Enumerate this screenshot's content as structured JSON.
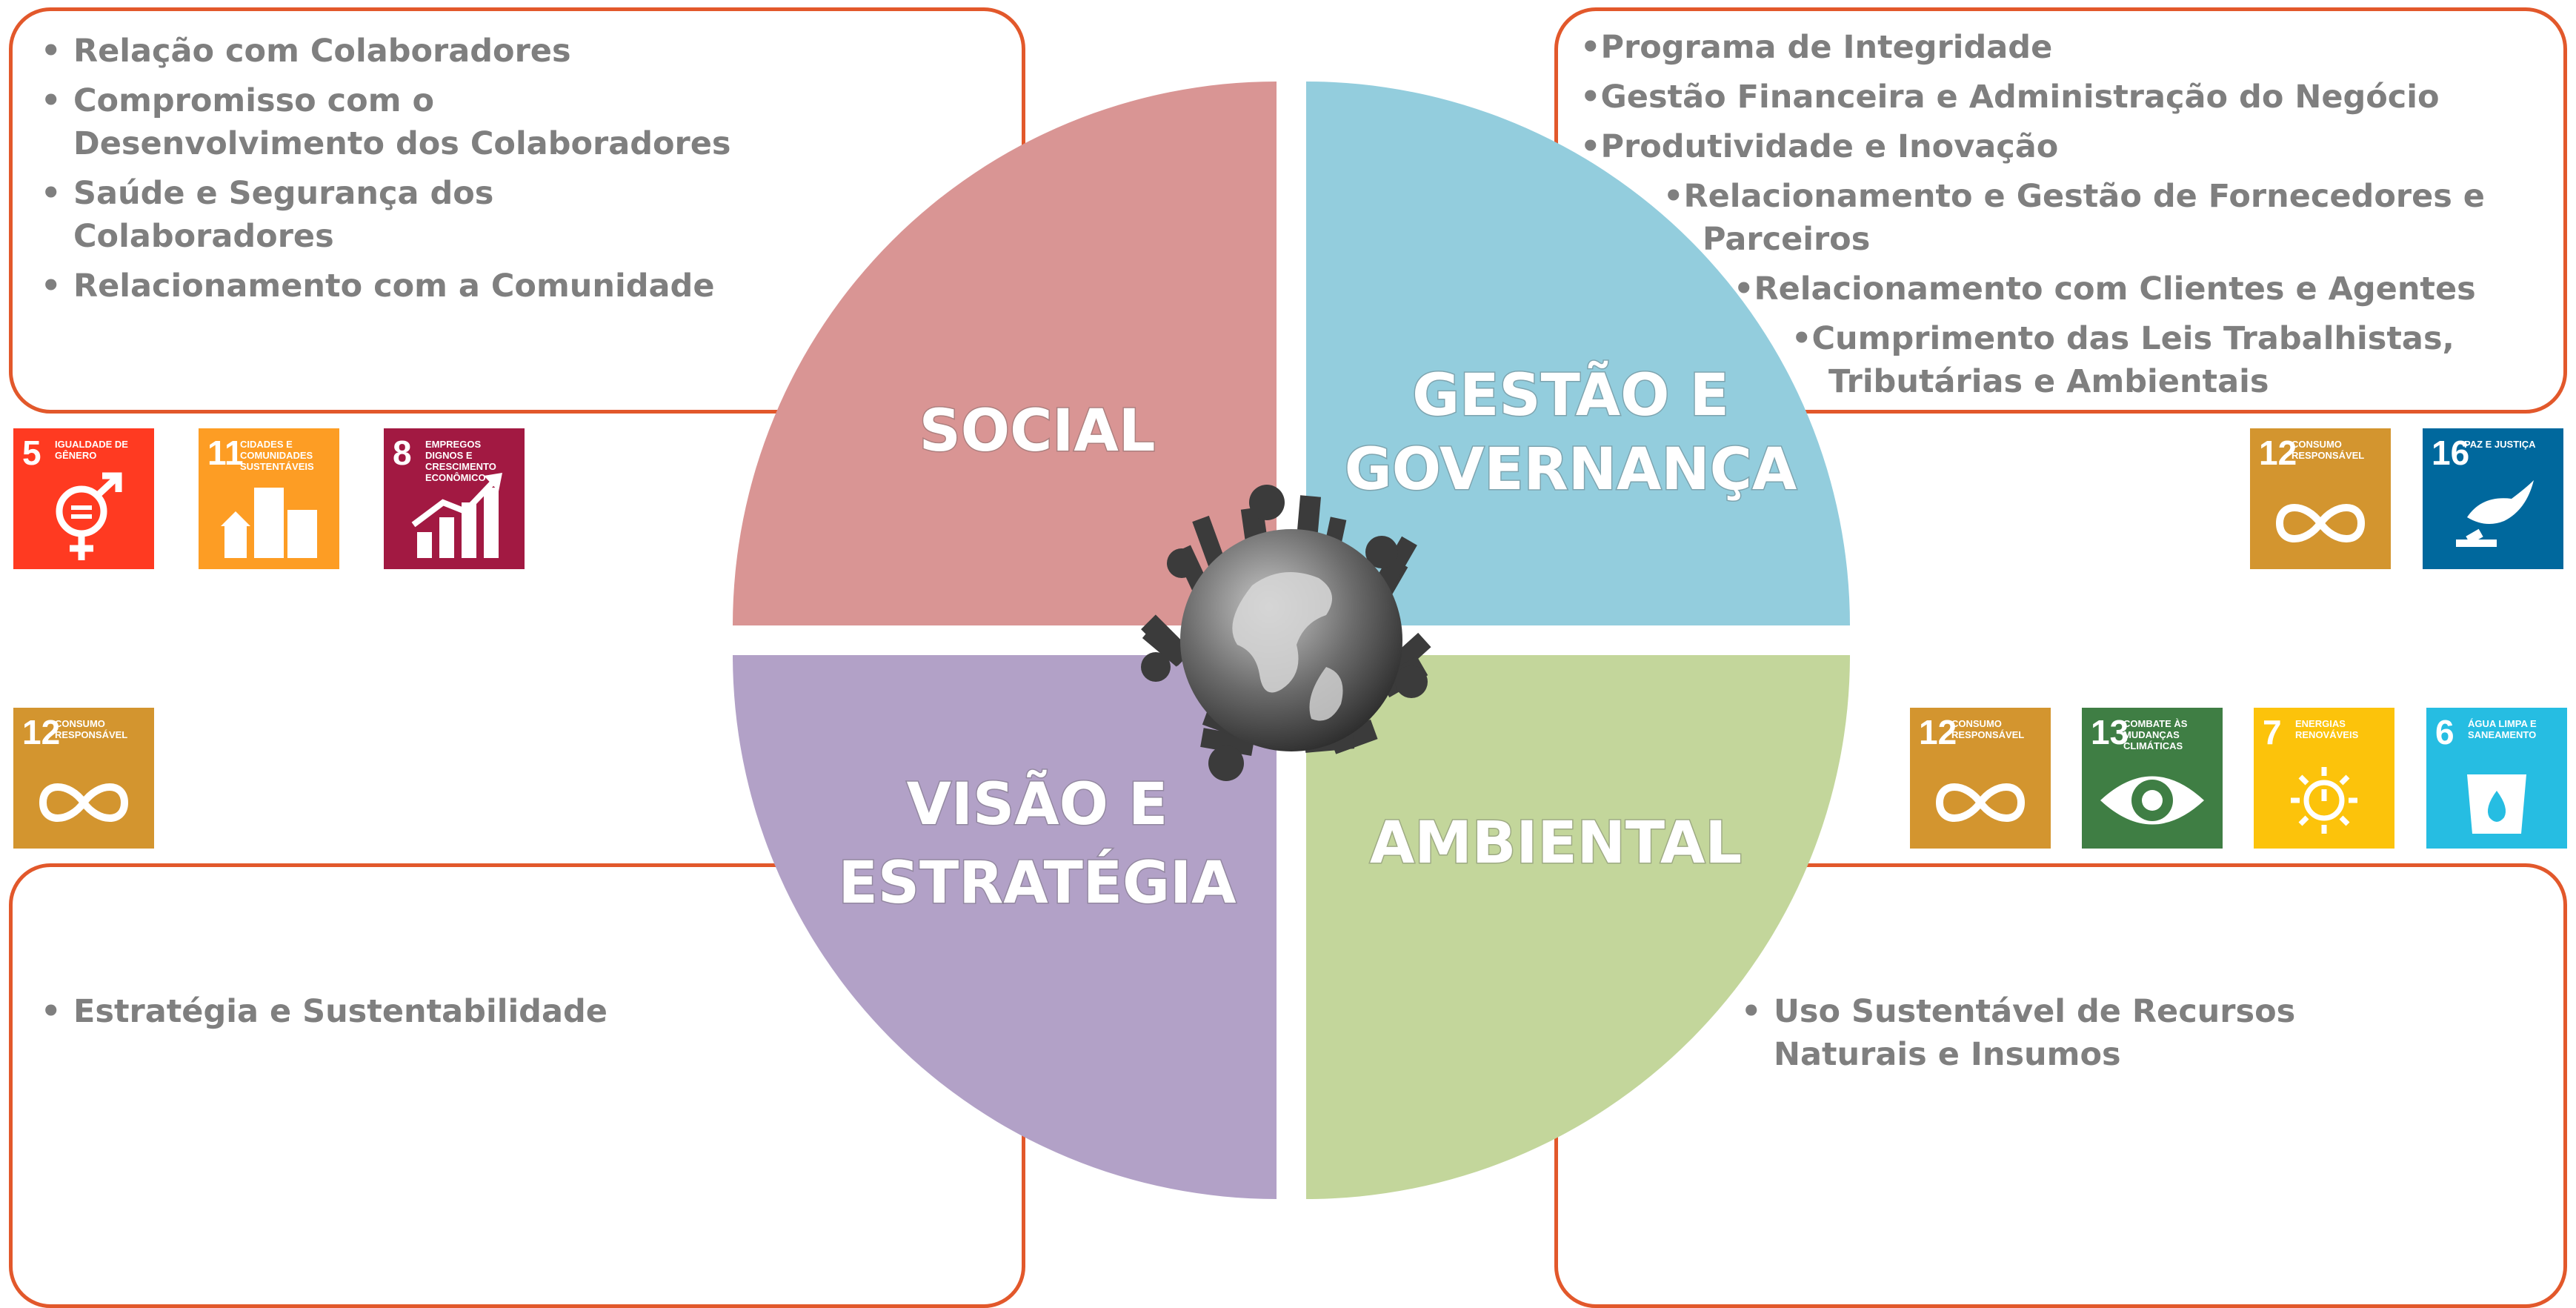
{
  "quadrants": {
    "social": {
      "label_lines": [
        "SOCIAL"
      ],
      "color": "#d99594"
    },
    "gestao": {
      "label_lines": [
        "GESTÃO E",
        "GOVERNANÇA"
      ],
      "color": "#93cddd"
    },
    "visao": {
      "label_lines": [
        "VISÃO E",
        "ESTRATÉGIA"
      ],
      "color": "#b2a1c7"
    },
    "ambiental": {
      "label_lines": [
        "AMBIENTAL"
      ],
      "color": "#c3d69b"
    }
  },
  "boxes": {
    "social": [
      "Relação com Colaboradores",
      "Compromisso com o Desenvolvimento dos Colaboradores",
      "Saúde e Segurança dos Colaboradores",
      "Relacionamento com a Comunidade"
    ],
    "gestao": [
      "Programa de Integridade",
      "Gestão Financeira e Administração do Negócio",
      "Produtividade e Inovação",
      "Relacionamento e Gestão de Fornecedores e",
      "Parceiros",
      "Relacionamento  com Clientes e Agentes",
      "Cumprimento das Leis Trabalhistas,",
      "Tributárias e Ambientais"
    ],
    "visao": [
      "Estratégia e Sustentabilidade"
    ],
    "ambiental": [
      "Uso Sustentável de Recursos Naturais e Insumos"
    ]
  },
  "sdg": {
    "social": [
      {
        "num": "5",
        "label": "Igualdade de gênero",
        "color": "#ff3a21",
        "icon": "gender-equality-icon"
      },
      {
        "num": "11",
        "label": "Cidades e comunidades sustentáveis",
        "color": "#fd9d24",
        "icon": "city-icon"
      },
      {
        "num": "8",
        "label": "Empregos dignos e crescimento econômico",
        "color": "#a21942",
        "icon": "growth-chart-icon"
      }
    ],
    "gestao": [
      {
        "num": "12",
        "label": "Consumo responsável",
        "color": "#d3952f",
        "icon": "infinity-icon"
      },
      {
        "num": "16",
        "label": "Paz e justiça",
        "color": "#00689d",
        "icon": "dove-icon"
      }
    ],
    "visao": [
      {
        "num": "12",
        "label": "Consumo responsável",
        "color": "#d3952f",
        "icon": "infinity-icon"
      }
    ],
    "ambiental": [
      {
        "num": "12",
        "label": "Consumo responsável",
        "color": "#d3952f",
        "icon": "infinity-icon"
      },
      {
        "num": "13",
        "label": "Combate às mudanças climáticas",
        "color": "#3f7e44",
        "icon": "eye-globe-icon"
      },
      {
        "num": "7",
        "label": "Energias renováveis",
        "color": "#fcc30b",
        "icon": "sun-power-icon"
      },
      {
        "num": "6",
        "label": "Água limpa e saneamento",
        "color": "#26bde2",
        "icon": "water-drop-icon"
      }
    ]
  },
  "colors": {
    "border": "#e2582b",
    "text": "#7f7f7f"
  }
}
